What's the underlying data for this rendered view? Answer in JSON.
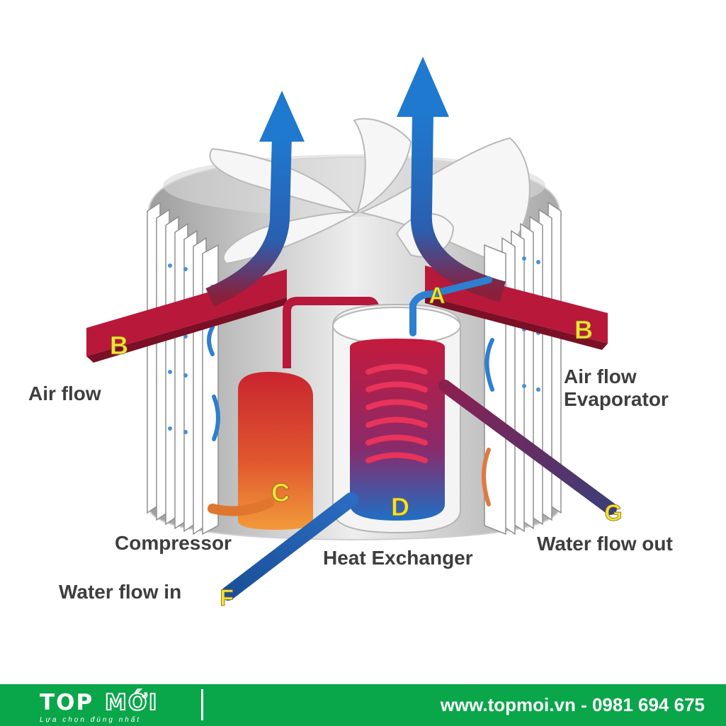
{
  "diagram": {
    "markers": {
      "a": "A",
      "b_left": "B",
      "b_right": "B",
      "c": "C",
      "d": "D",
      "f": "F",
      "g": "G"
    },
    "labels": {
      "air_flow_left": "Air flow",
      "air_flow_evaporator": "Air flow\nEvaporator",
      "compressor": "Compressor",
      "heat_exchanger": "Heat Exchanger",
      "water_flow_out": "Water flow out",
      "water_flow_in": "Water flow in"
    },
    "colors": {
      "hot": "#b8183a",
      "cold": "#1f6fc4",
      "compressor_top": "#c9252f",
      "compressor_bottom": "#f29a3a",
      "marker_text": "#f5e03a"
    }
  },
  "footer": {
    "logo_top": "TOP",
    "logo_moi": "MỚI",
    "slogan": "Lựa chọn đúng nhất",
    "contact": "www.topmoi.vn - 0981 694 675",
    "background": "#0aa64a"
  }
}
